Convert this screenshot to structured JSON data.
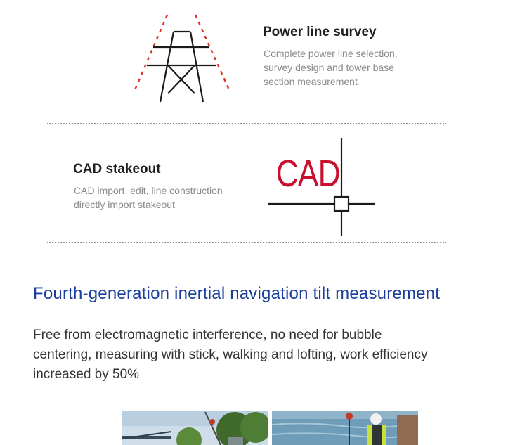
{
  "features": [
    {
      "title": "Power line survey",
      "description_lines": [
        "Complete power line selection,",
        "survey design and tower base",
        "section measurement"
      ],
      "icon": "power-tower-icon"
    },
    {
      "title": "CAD stakeout",
      "description_lines": [
        "CAD import, edit, line construction",
        "directly import stakeout"
      ],
      "icon": "cad-crosshair-icon",
      "icon_text": "CAD"
    }
  ],
  "section": {
    "heading": "Fourth-generation inertial navigation tilt measurement",
    "body_lines": [
      "Free from electromagnetic interference, no need for bubble",
      "centering, measuring with stick, walking and lofting, work efficiency",
      "increased by 50%"
    ]
  },
  "colors": {
    "heading": "#1b3f9e",
    "cad_text": "#c8102e",
    "dashes": "#d9342b"
  },
  "photos": [
    "field-photo-left",
    "field-photo-right"
  ]
}
